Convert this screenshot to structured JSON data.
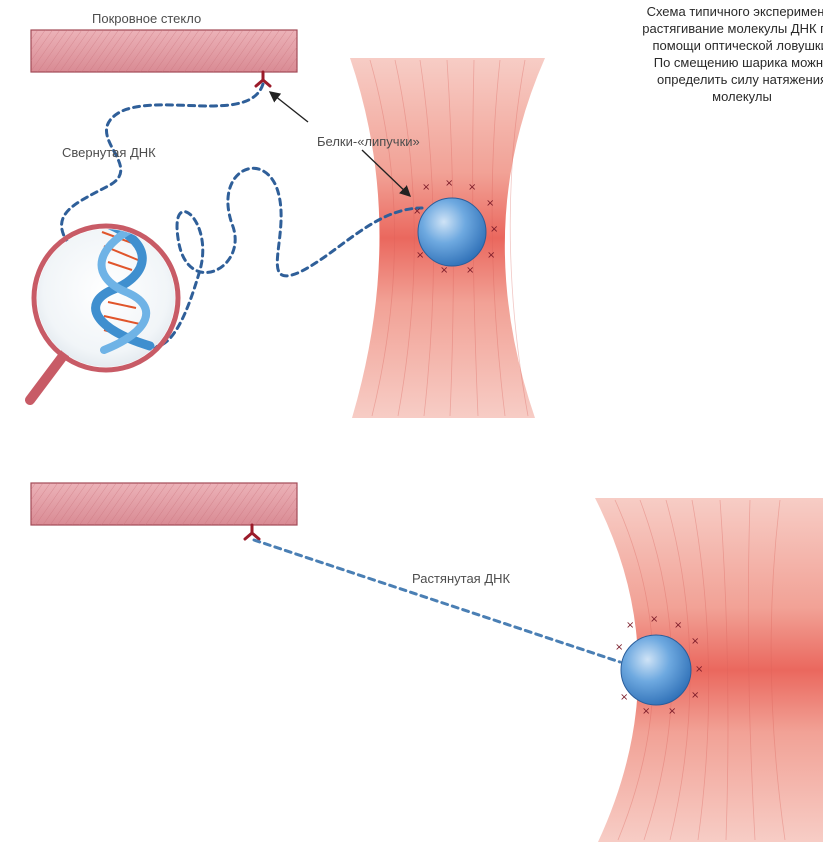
{
  "labels": {
    "cover_glass": "Покровное стекло",
    "sticky_proteins": "Белки-«липучки»",
    "coiled_dna": "Свернутая ДНК",
    "stretched_dna": "Растянутая ДНК"
  },
  "caption": {
    "lines": [
      "Схема типичного эксперимента",
      "растягивание молекулы ДНК при",
      "помощи оптической ловушки.",
      "По смещению шарика можно",
      "определить силу натяжения",
      "молекулы"
    ]
  },
  "colors": {
    "glass": "#d98b94",
    "beam": "#e8574c",
    "bead": "#4a8fd0",
    "dna_dashed": "#2f5f99",
    "anchor": "#9b1b2a",
    "helix_blue": "#3f8fcf",
    "helix_rungs": "#e0552b",
    "magnifier_rim": "#c85b66"
  }
}
